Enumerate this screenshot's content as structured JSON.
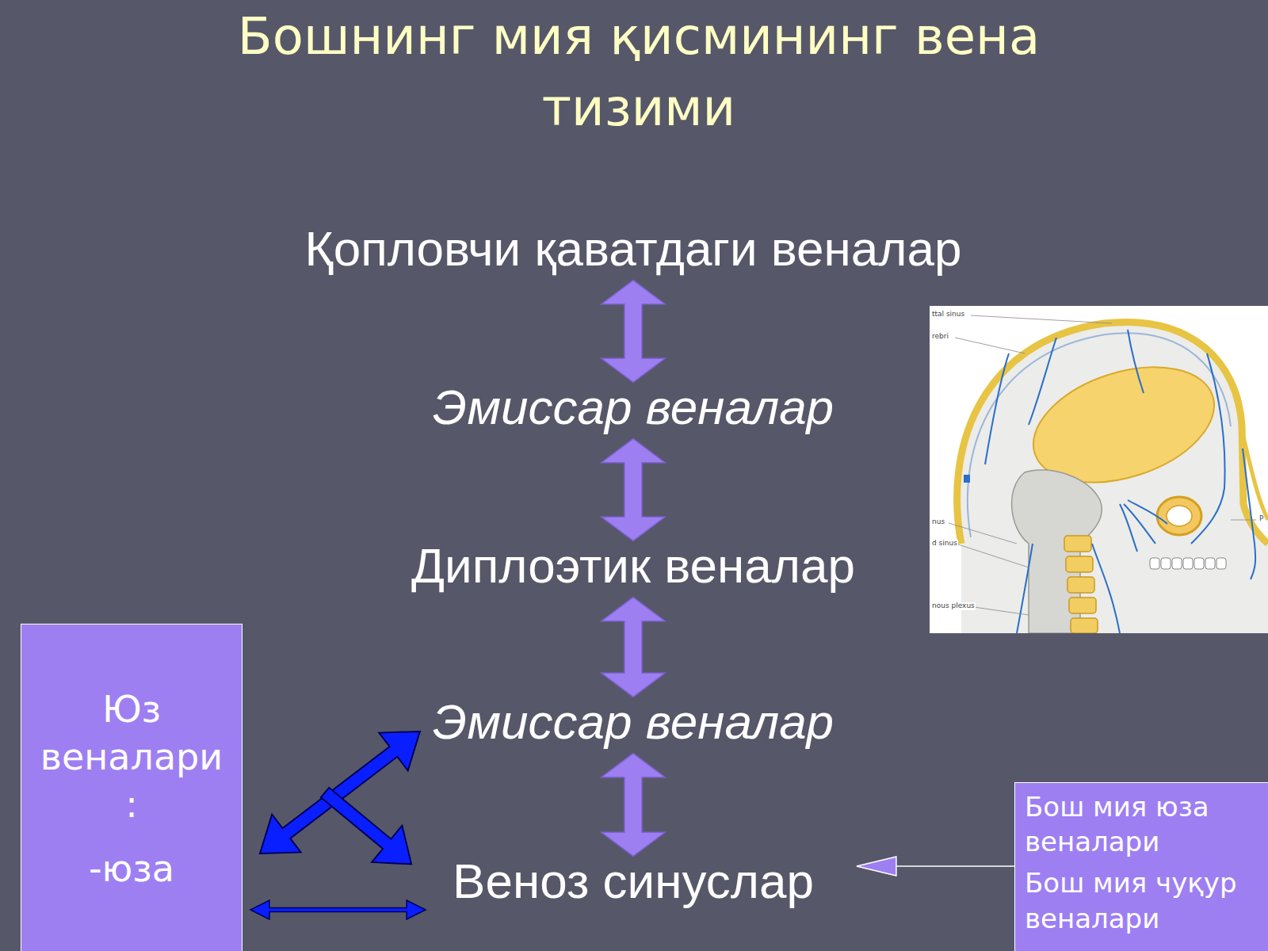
{
  "diagram": {
    "title": "Бошнинг мия қисмининг вена тизими",
    "nodes": [
      {
        "text": [
          "Қопловчи қаватдаги веналар"
        ]
      },
      {
        "text": [
          "Эмиссар веналар"
        ]
      },
      {
        "text": [
          "Диплоэтик веналар"
        ]
      },
      {
        "text": [
          "Эмиссар веналар"
        ]
      },
      {
        "text": [
          "Веноз синуслар"
        ]
      },
      {
        "text": [
          "Юз веналари :",
          "-юза"
        ]
      },
      {
        "text": [
          "Бош мия юза веналари",
          "Бош мия чуқур веналари"
        ]
      }
    ],
    "edges": [
      {
        "from": 0,
        "to": 1,
        "arrow": "both"
      },
      {
        "from": 1,
        "to": 2,
        "arrow": "both"
      },
      {
        "from": 2,
        "to": 3,
        "arrow": "both"
      },
      {
        "from": 3,
        "to": 4,
        "arrow": "both"
      },
      {
        "from": 5,
        "to": 3,
        "arrow": "both"
      },
      {
        "from": 5,
        "to": 4,
        "arrow": "to"
      },
      {
        "from": 5,
        "to": 4,
        "arrow": "both"
      },
      {
        "from": 6,
        "to": 4,
        "arrow": "to"
      }
    ],
    "labels": [
      "ttal sinus",
      "rebri",
      "nus",
      "d sinus",
      "nous plexus",
      "P"
    ]
  }
}
